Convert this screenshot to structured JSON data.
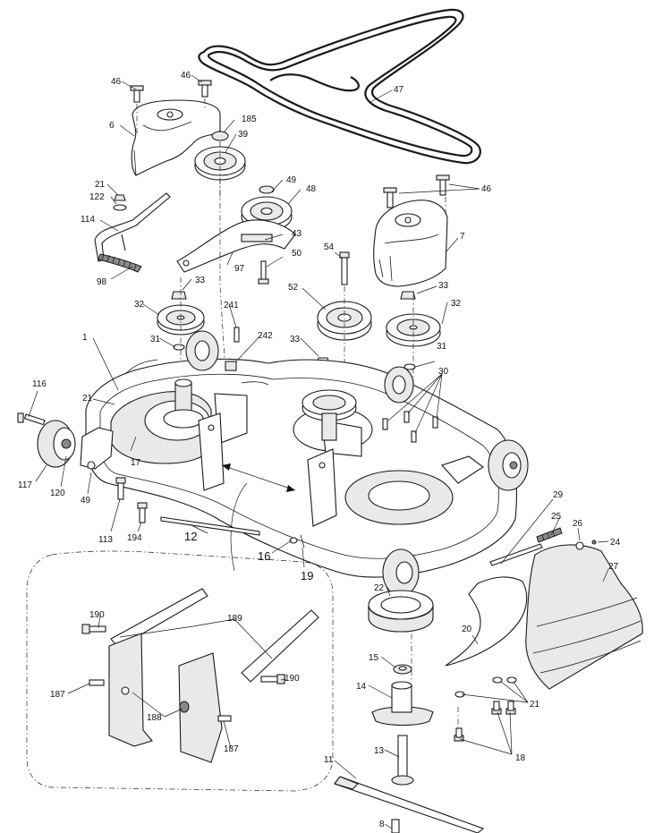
{
  "diagram": {
    "labels": [
      "46",
      "46",
      "6",
      "185",
      "39",
      "47",
      "21",
      "122",
      "49",
      "48",
      "114",
      "43",
      "46",
      "7",
      "54",
      "50",
      "98",
      "97",
      "33",
      "33",
      "52",
      "241",
      "32",
      "32",
      "1",
      "31",
      "242",
      "33",
      "31",
      "30",
      "116",
      "21",
      "17",
      "117",
      "120",
      "49",
      "113",
      "194",
      "12",
      "16",
      "19",
      "29",
      "25",
      "26",
      "24",
      "27",
      "22",
      "20",
      "15",
      "21",
      "14",
      "18",
      "13",
      "11",
      "8",
      "190",
      "189",
      "190",
      "187",
      "188",
      "187"
    ]
  }
}
